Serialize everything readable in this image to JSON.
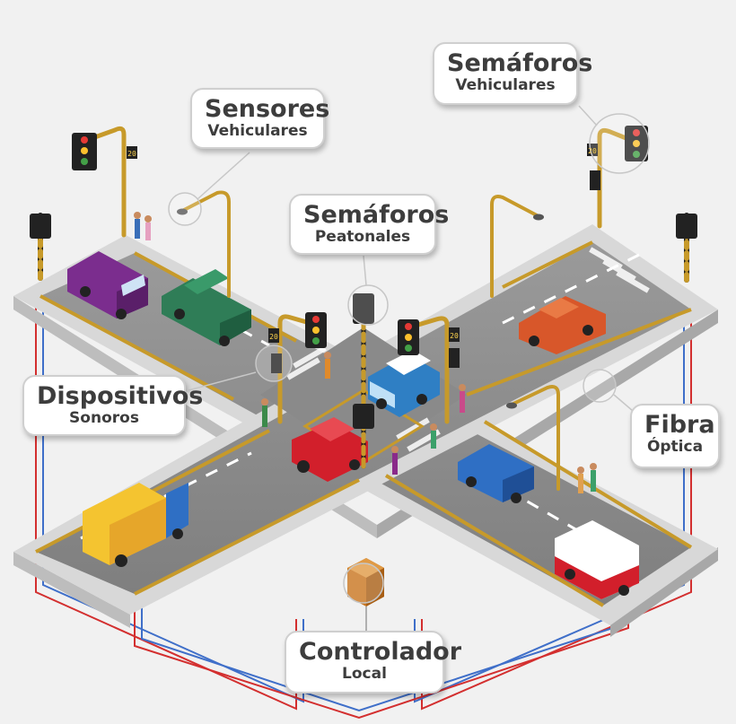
{
  "labels": {
    "sensores": {
      "line1": "Sensores",
      "line2": "Vehiculares"
    },
    "semaforos_vehiculares": {
      "line1": "Semáforos",
      "line2": "Vehiculares"
    },
    "semaforos_peatonales": {
      "line1": "Semáforos",
      "line2": "Peatonales"
    },
    "dispositivos": {
      "line1": "Dispositivos",
      "line2": "Sonoros"
    },
    "fibra": {
      "line1": "Fibra",
      "line2": "Óptica"
    },
    "controlador": {
      "line1": "Controlador",
      "line2": "Local"
    }
  },
  "signal_displays": [
    "20",
    "20",
    "20",
    "20"
  ],
  "colors": {
    "background": "#f1f1f1",
    "road": "#8e8e8e",
    "curb": "#d8d8d8",
    "pole_gold": "#c79a2a",
    "fiber_red": "#d32f2f",
    "fiber_blue": "#3f6fc9",
    "label_text": "#3d3d3d"
  }
}
